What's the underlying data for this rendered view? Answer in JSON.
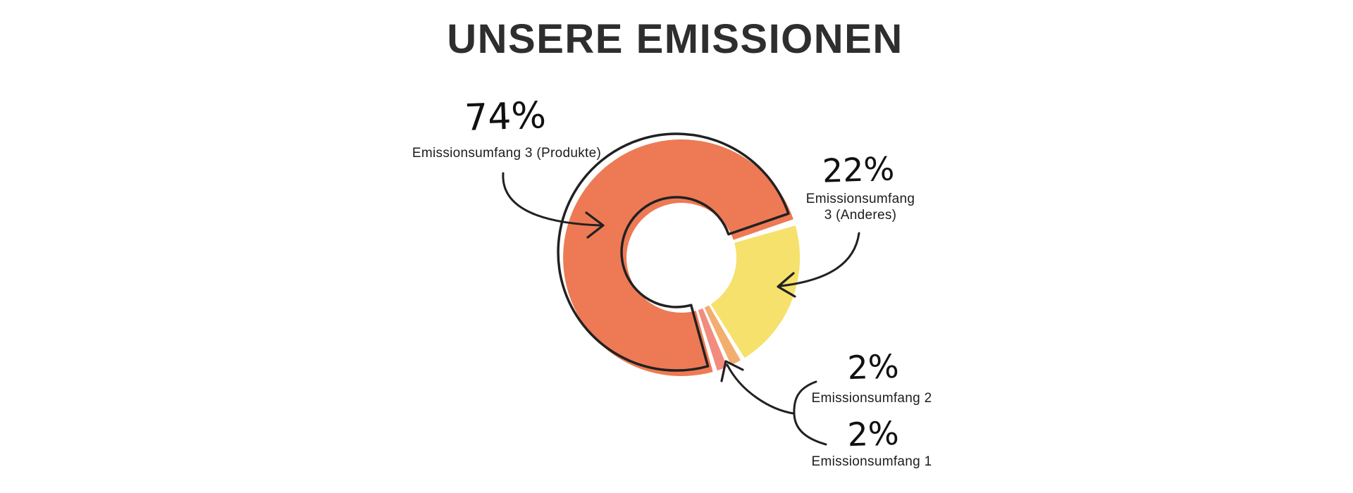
{
  "title": "UNSERE EMISSIONEN",
  "colors": {
    "background": "#ffffff",
    "ink": "#212121",
    "title_text": "#2e2e2e",
    "scope3_produkte": "#ED7A55",
    "scope3_anderes": "#F5E16C",
    "scope2": "#F2AE6F",
    "scope1": "#F18C7E"
  },
  "chart_data": {
    "type": "pie",
    "title": "UNSERE EMISSIONEN",
    "donut": true,
    "legend_position": "callouts-with-hand-drawn-arrows",
    "slices": [
      {
        "label": "Emissionsumfang 3 (Produkte)",
        "value": 74,
        "pct_label": "74%",
        "color": "#ED7A55",
        "outlined": true
      },
      {
        "label": "Emissionsumfang 3 (Anderes)",
        "value": 22,
        "pct_label": "22%",
        "color": "#F5E16C",
        "outlined": false
      },
      {
        "label": "Emissionsumfang 2",
        "value": 2,
        "pct_label": "2%",
        "color": "#F2AE6F",
        "outlined": false
      },
      {
        "label": "Emissionsumfang 1",
        "value": 2,
        "pct_label": "2%",
        "color": "#F18C7E",
        "outlined": false
      }
    ]
  },
  "callouts": {
    "produkte": {
      "pct": "74%",
      "label": "Emissionsumfang 3 (Produkte)"
    },
    "anderes": {
      "pct": "22%",
      "label_line1": "Emissionsumfang",
      "label_line2": "3 (Anderes)"
    },
    "scope2": {
      "pct": "2%",
      "label": "Emissionsumfang 2"
    },
    "scope1": {
      "pct": "2%",
      "label": "Emissionsumfang 1"
    }
  }
}
